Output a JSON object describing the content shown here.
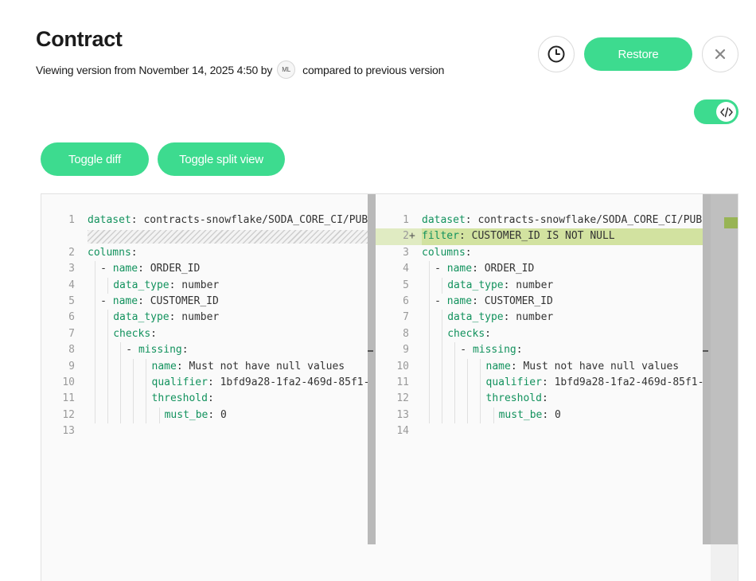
{
  "header": {
    "title": "Contract",
    "subtitle_prefix": "Viewing version from November 14, 2025 4:50 by",
    "user_initials": "ML",
    "subtitle_suffix": "compared to previous version"
  },
  "actions": {
    "history_icon": "clock-icon",
    "restore_label": "Restore",
    "close_icon": "close-icon",
    "code_view_icon": "code-icon",
    "code_view_enabled": true
  },
  "view_buttons": {
    "toggle_diff": "Toggle diff",
    "toggle_split": "Toggle split view"
  },
  "diff": {
    "left": [
      {
        "n": "1",
        "key": "dataset",
        "val": " contracts-snowflake/SODA_CORE_CI/PUB"
      },
      {
        "hatch": true
      },
      {
        "n": "2",
        "key": "columns",
        "val": ""
      },
      {
        "n": "3",
        "dash": "- ",
        "key": "name",
        "val": " ORDER_ID"
      },
      {
        "n": "4",
        "key": "data_type",
        "val": " number"
      },
      {
        "n": "5",
        "dash": "- ",
        "key": "name",
        "val": " CUSTOMER_ID"
      },
      {
        "n": "6",
        "key": "data_type",
        "val": " number"
      },
      {
        "n": "7",
        "key": "checks",
        "val": ""
      },
      {
        "n": "8",
        "dash": "- ",
        "key": "missing",
        "val": ""
      },
      {
        "n": "9",
        "key": "name",
        "val": " Must not have null values"
      },
      {
        "n": "10",
        "key": "qualifier",
        "val": " 1bfd9a28-1fa2-469d-85f1-"
      },
      {
        "n": "11",
        "key": "threshold",
        "val": ""
      },
      {
        "n": "12",
        "key": "must_be",
        "val": " 0"
      },
      {
        "n": "13",
        "key": "",
        "val": ""
      }
    ],
    "right": [
      {
        "n": "1",
        "key": "dataset",
        "val": " contracts-snowflake/SODA_CORE_CI/PUB"
      },
      {
        "n": "2",
        "added": true,
        "marker": "+",
        "key": "filter",
        "val": " CUSTOMER_ID IS NOT NULL"
      },
      {
        "n": "3",
        "key": "columns",
        "val": ""
      },
      {
        "n": "4",
        "dash": "- ",
        "key": "name",
        "val": " ORDER_ID"
      },
      {
        "n": "5",
        "key": "data_type",
        "val": " number"
      },
      {
        "n": "6",
        "dash": "- ",
        "key": "name",
        "val": " CUSTOMER_ID"
      },
      {
        "n": "7",
        "key": "data_type",
        "val": " number"
      },
      {
        "n": "8",
        "key": "checks",
        "val": ""
      },
      {
        "n": "9",
        "dash": "- ",
        "key": "missing",
        "val": ""
      },
      {
        "n": "10",
        "key": "name",
        "val": " Must not have null values"
      },
      {
        "n": "11",
        "key": "qualifier",
        "val": " 1bfd9a28-1fa2-469d-85f1-"
      },
      {
        "n": "12",
        "key": "threshold",
        "val": ""
      },
      {
        "n": "13",
        "key": "must_be",
        "val": " 0"
      },
      {
        "n": "14",
        "key": "",
        "val": ""
      }
    ]
  }
}
